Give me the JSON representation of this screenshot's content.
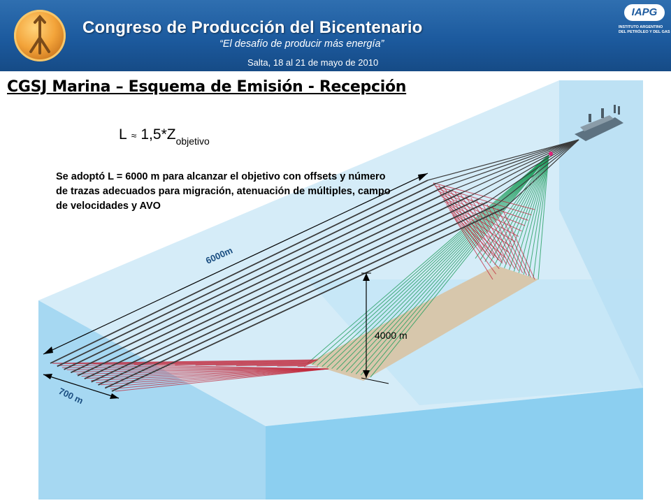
{
  "header": {
    "title": "Congreso de Producción del Bicentenario",
    "subtitle": "“El desafío de producir más energía”",
    "date_location": "Salta, 18 al 21 de mayo de 2010",
    "org_logo_text": "IAPG",
    "org_name_line1": "INSTITUTO ARGENTINO",
    "org_name_line2": "DEL PETRÓLEO Y DEL GAS",
    "emblem_icon": "congress-emblem-icon"
  },
  "slide": {
    "title": "CGSJ Marina – Esquema de Emisión - Recepción",
    "formula": {
      "lhs": "L",
      "op": "≈",
      "rhs": "1,5*Z",
      "subscript": "objetivo"
    },
    "description": "Se adoptó L = 6000 m para alcanzar el objetivo con offsets y número de trazas adecuados para migración, atenuación de múltiples, campo de velocidades y AVO"
  },
  "diagram": {
    "streamer_length_label": "6000m",
    "spread_width_label": "700 m",
    "depth_label": "4000 m",
    "streamer_count": 10,
    "colors": {
      "water_top": "#cfe8f6",
      "water_side_left": "#bfe2f4",
      "water_front": "#8fd1f0",
      "target_plane": "#d9c4a4",
      "receiver_rays": "#c1273a",
      "source_rays": "#1f9d5c",
      "cables": "#3b3b3b",
      "vessel": "#5a6e7c"
    }
  }
}
